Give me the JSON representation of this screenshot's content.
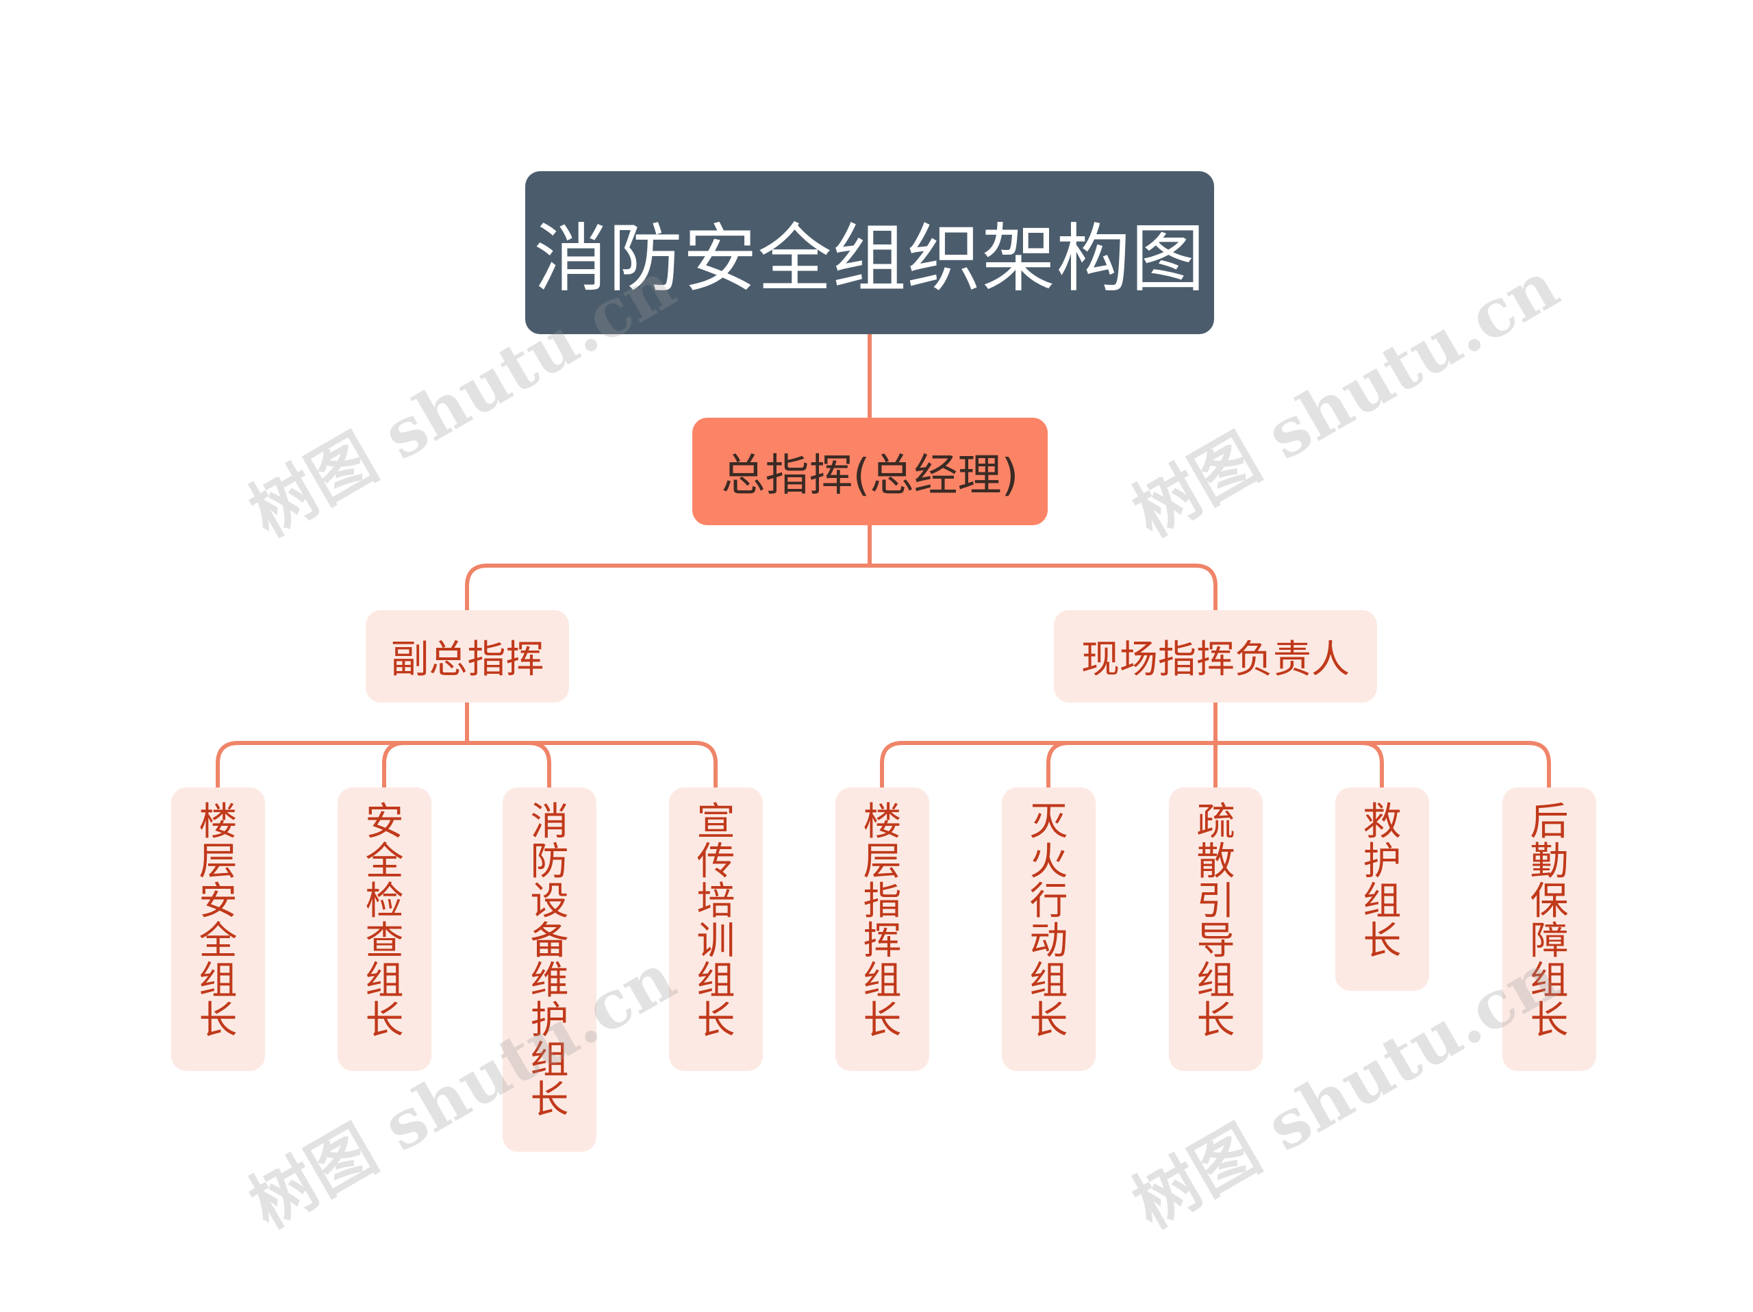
{
  "diagram": {
    "title": "消防安全组织架构图",
    "commander": "总指挥(总经理)",
    "branches": [
      {
        "label": "副总指挥",
        "children": [
          "楼层安全组长",
          "安全检查组长",
          "消防设备维护组长",
          "宣传培训组长"
        ]
      },
      {
        "label": "现场指挥负责人",
        "children": [
          "楼层指挥组长",
          "灭火行动组长",
          "疏散引导组长",
          "救护组长",
          "后勤保障组长"
        ]
      }
    ]
  },
  "watermark": {
    "text": "树图 shutu.cn"
  },
  "colors": {
    "root_bg": "#4b5d6d",
    "root_text": "#ffffff",
    "commander_bg": "#fb8466",
    "commander_text": "#3a2a24",
    "sub_bg": "#fde9e3",
    "sub_text": "#c0391b",
    "line": "#ef8468"
  }
}
